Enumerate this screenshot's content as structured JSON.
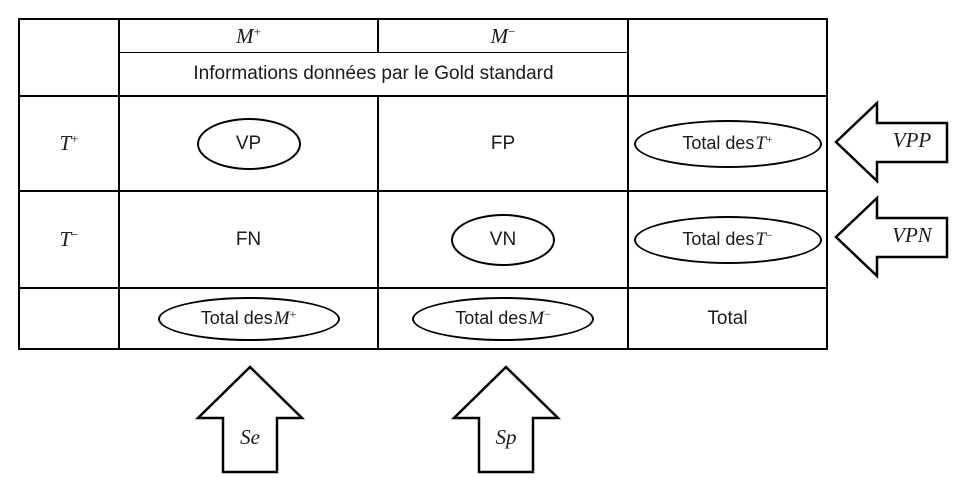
{
  "diagram": {
    "header": {
      "m_plus": {
        "base": "M",
        "sup": "+"
      },
      "m_minus": {
        "base": "M",
        "sup": "−"
      },
      "caption": "Informations données par le Gold standard"
    },
    "row_headers": {
      "t_plus": {
        "base": "T",
        "sup": "+"
      },
      "t_minus": {
        "base": "T",
        "sup": "−"
      }
    },
    "cells": {
      "vp": "VP",
      "fp": "FP",
      "fn": "FN",
      "vn": "VN"
    },
    "totals": {
      "t_plus": {
        "prefix": "Total des ",
        "base": "T",
        "sup": "+"
      },
      "t_minus": {
        "prefix": "Total des ",
        "base": "T",
        "sup": "−"
      },
      "m_plus": {
        "prefix": "Total des ",
        "base": "M",
        "sup": "+"
      },
      "m_minus": {
        "prefix": "Total des ",
        "base": "M",
        "sup": "−"
      },
      "grand": "Total"
    },
    "annotations": {
      "vpp": "VPP",
      "vpn": "VPN",
      "se": "Se",
      "sp": "Sp"
    },
    "colors": {
      "line": "#000000",
      "text": "#1a1a1a",
      "background": "#ffffff"
    }
  }
}
